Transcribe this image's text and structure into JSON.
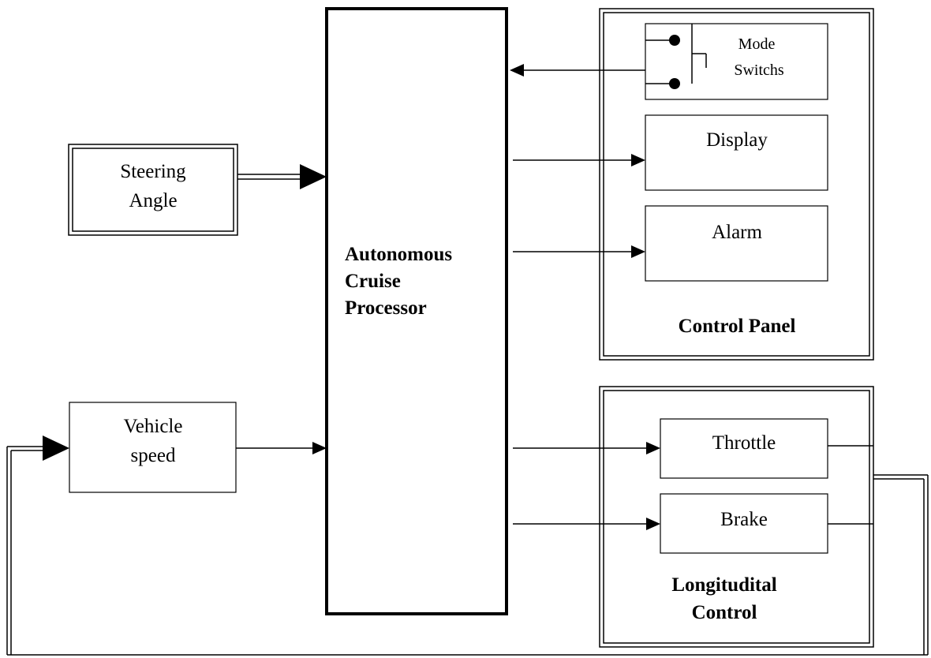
{
  "diagram": {
    "processor": {
      "lines": [
        "Autonomous",
        "Cruise",
        "Processor"
      ]
    },
    "steering": {
      "lines": [
        "Steering",
        "Angle"
      ]
    },
    "vehicle_speed": {
      "lines": [
        "Vehicle",
        "speed"
      ]
    },
    "control_panel": {
      "title": "Control Panel",
      "mode_switches": {
        "lines": [
          "Mode",
          "Switchs"
        ]
      },
      "display": "Display",
      "alarm": "Alarm"
    },
    "longitudinal": {
      "title_lines": [
        "Longitudital",
        "Control"
      ],
      "throttle": "Throttle",
      "brake": "Brake"
    }
  }
}
